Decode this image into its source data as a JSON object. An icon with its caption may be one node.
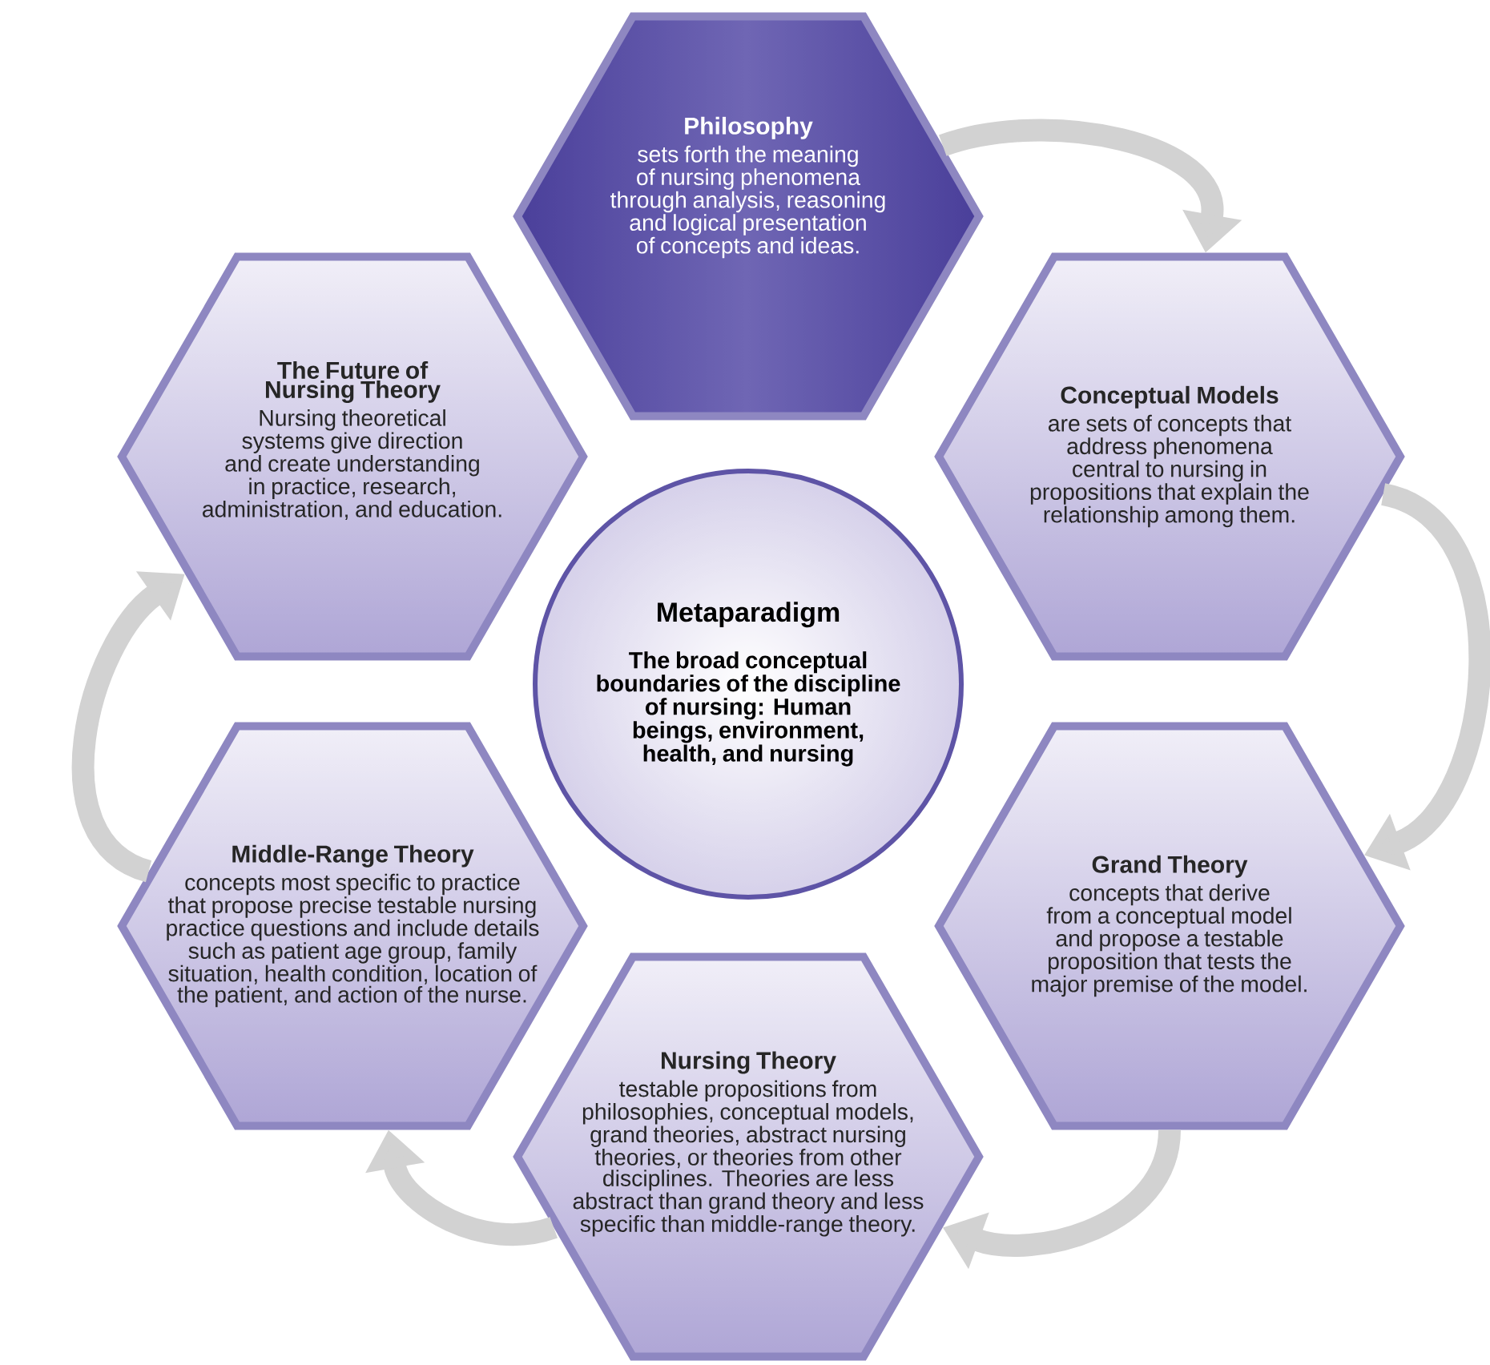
{
  "diagram": {
    "nodes": [
      {
        "text": [
          "Philosophy",
          "sets forth the meaning of nursing phenomena through analysis, reasoning and logical presentation of concepts and ideas."
        ]
      },
      {
        "text": [
          "The Future of Nursing Theory",
          "Nursing theoretical systems give direction and create understanding in practice, research, administration, and education."
        ]
      },
      {
        "text": [
          "Conceptual Models",
          "are sets of concepts that address phenomena central to nursing in propositions that explain the relationship among them."
        ]
      },
      {
        "text": [
          "Metaparadigm",
          "The broad conceptual boundaries of the discipline of nursing: Human beings, environment, health, and nursing"
        ]
      },
      {
        "text": [
          "Middle-Range Theory",
          "concepts most specific to practice that propose precise testable nursing practice questions and include details such as patient age group, family situation, health condition, location of the patient, and action of the nurse."
        ]
      },
      {
        "text": [
          "Grand Theory",
          "concepts that derive from a conceptual model and propose a testable proposition that tests the major premise of the model."
        ]
      },
      {
        "text": [
          "Nursing Theory",
          "testable propositions from philosophies, conceptual models, grand theories, abstract nursing theories, or theories from other disciplines. Theories are less abstract than grand theory and less specific than middle-range theory."
        ]
      }
    ],
    "edges": [
      {
        "from": 0,
        "to": 2,
        "arrow": "to"
      },
      {
        "from": 2,
        "to": 5,
        "arrow": "to"
      },
      {
        "from": 5,
        "to": 6,
        "arrow": "to"
      },
      {
        "from": 6,
        "to": 4,
        "arrow": "to"
      },
      {
        "from": 4,
        "to": 1,
        "arrow": "to"
      }
    ]
  }
}
